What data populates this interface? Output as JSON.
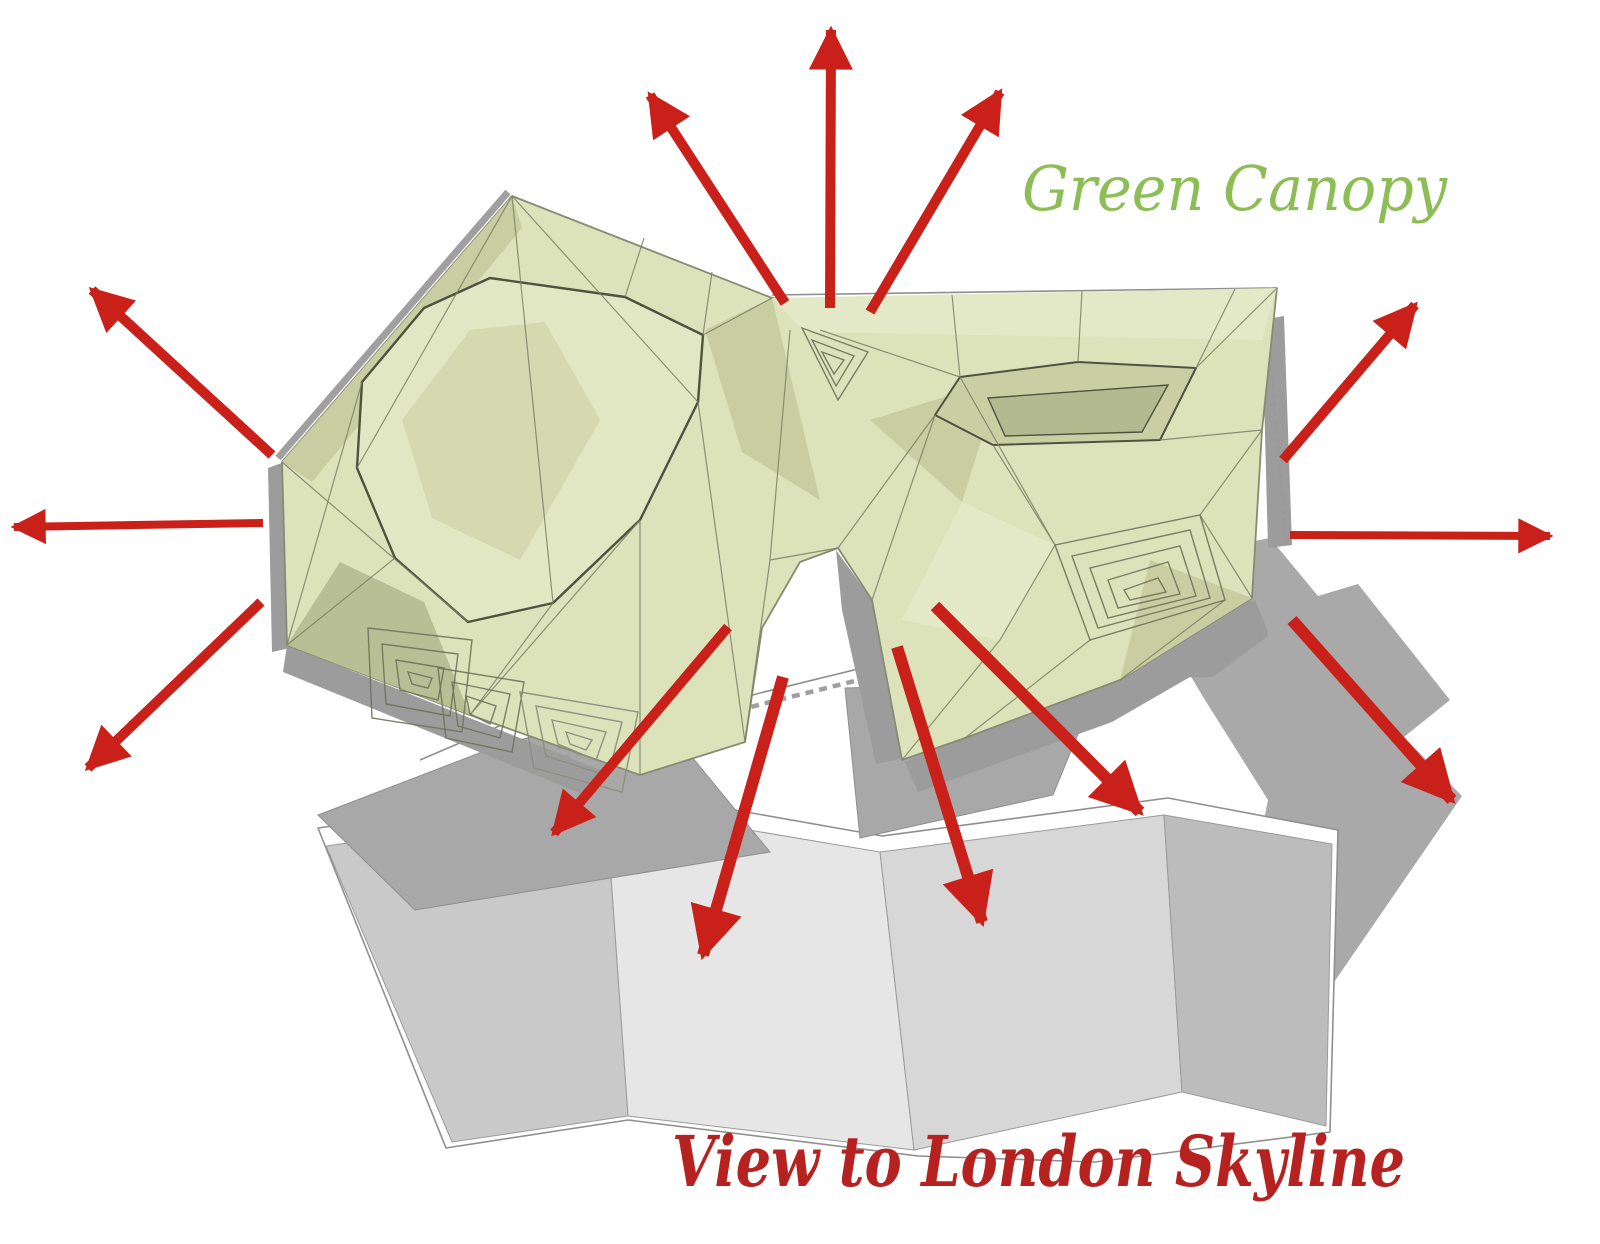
{
  "labels": {
    "canopy": "Green Canopy",
    "skyline": "View to London Skyline"
  },
  "colors": {
    "arrow_red": "#c9201a",
    "label_green": "#8cbe55",
    "label_red": "#b52220",
    "canopy_fill": "#dce2ba",
    "mesh_green": "#7b8166",
    "wall_gray": "#9c9c9c",
    "shadow_gray": "#a9a9a9",
    "edge_gray": "#8f8f8f"
  },
  "arrows": {
    "canopy_sky_arrows": 9,
    "skyline_view_arrows": 4,
    "directions": [
      "up-left",
      "up",
      "up-right",
      "left-up",
      "left",
      "left-down",
      "right-up",
      "right",
      "right-down",
      "down-left",
      "down",
      "down-right",
      "down-right-shallow"
    ]
  }
}
